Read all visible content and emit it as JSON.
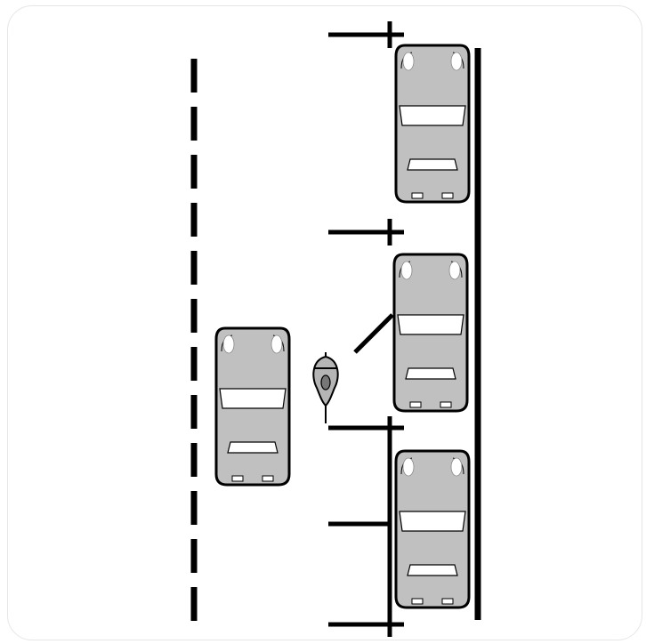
{
  "colors": {
    "background": "#ffffff",
    "frame_border": "#e6e6e6",
    "car_body": "#c0c0c0",
    "car_outline": "#000000",
    "window": "#ffffff",
    "road_marking": "#000000",
    "cyclist": "#b5b5b5"
  },
  "icons": {
    "car": "car-top-view-icon",
    "cyclist": "bicycle-rider-top-view-icon",
    "car_door": "open-car-door-icon"
  },
  "scene": {
    "parked_cars": 3,
    "moving_cars": 1,
    "cyclists": 1,
    "open_doors": 1
  }
}
